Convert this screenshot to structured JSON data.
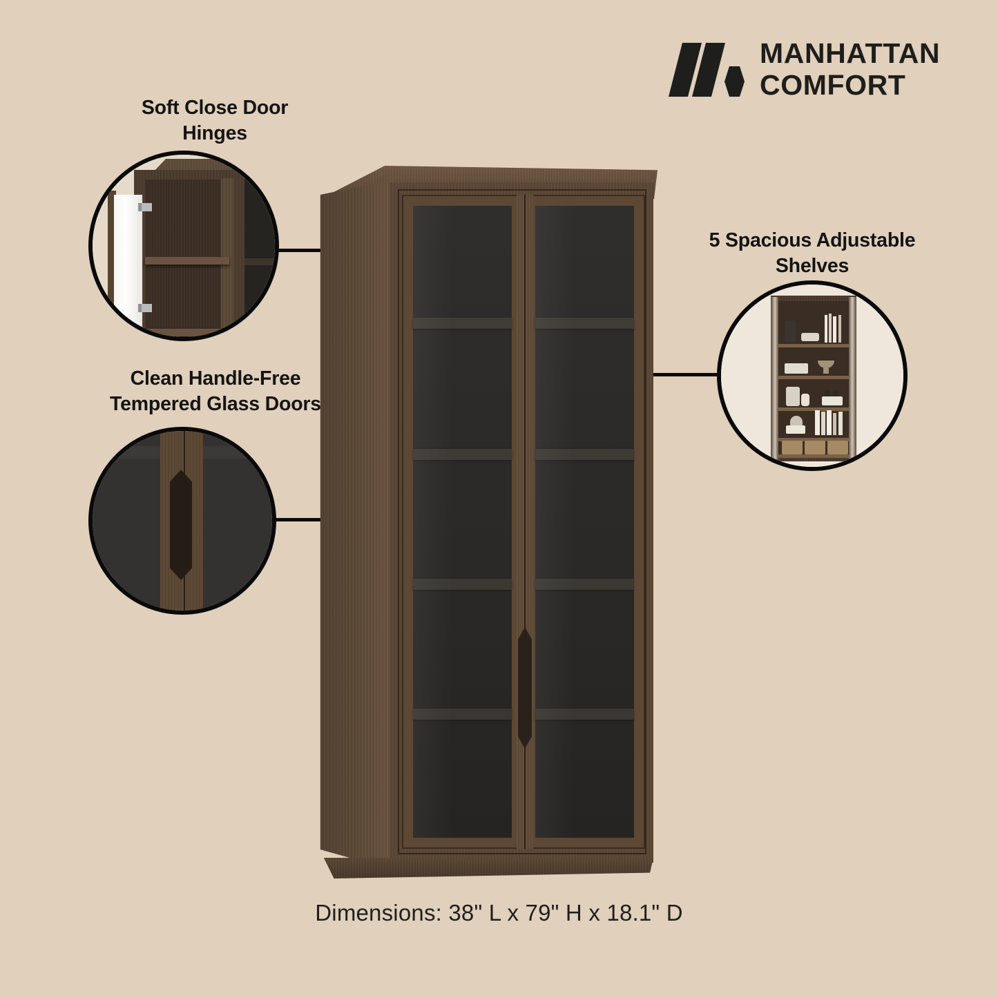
{
  "brand": {
    "logo_mark": "manhattan-comfort-mark",
    "name_line1": "MANHATTAN",
    "name_line2": "COMFORT",
    "logo_color": "#1e1e1c"
  },
  "background_color": "#e0d0bc",
  "callouts": [
    {
      "id": "hinges",
      "heading": "Soft Close Door\nHinges",
      "bubble_image": "open-cabinet-door-with-hinges"
    },
    {
      "id": "handle",
      "heading": "Clean Handle-Free\nTempered Glass Doors",
      "bubble_image": "recessed-door-groove-closeup"
    },
    {
      "id": "shelves",
      "heading": "5 Spacious Adjustable\nShelves",
      "bubble_image": "styled-cabinet-with-five-shelves"
    }
  ],
  "product": {
    "image_name": "two-door-glass-cabinet",
    "finish_color": "#5a4634",
    "glass_color": "#2e2c2a",
    "door_count": 2,
    "shelf_count": 5
  },
  "dimensions_caption": "Dimensions: 38\" L x 79\" H x 18.1\" D"
}
